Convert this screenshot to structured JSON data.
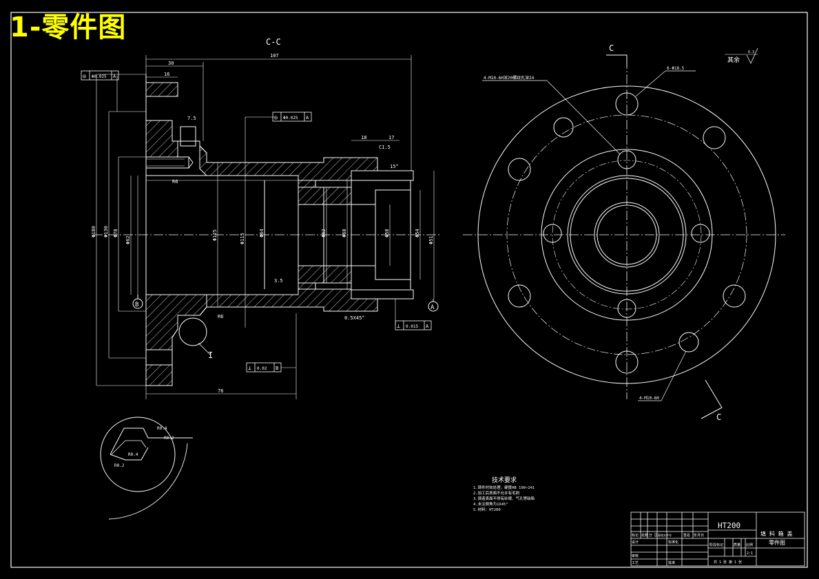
{
  "header": {
    "title": "1-零件图"
  },
  "drawing": {
    "section_label": "C-C",
    "cut_label_top": "C",
    "cut_label_bottom": "C",
    "detail_label": "I",
    "datum_a": "A",
    "datum_b": "B",
    "surface_rest": "其余",
    "surface_rest_value": "6.3",
    "dims": {
      "overall_length": "107",
      "flange_30": "30",
      "flange_16": "16",
      "dim_18": "18",
      "dim_17": "17",
      "dim_76": "76",
      "groove": "7.5",
      "chamfer_c": "C1.5",
      "chamfer_r": "R6",
      "depth_35": "3.5",
      "chamfer_045": "0.5X45°",
      "angle_15": "15°",
      "phi180": "Φ180",
      "phi130": "Φ130",
      "phi78": "Φ78",
      "phi62": "Φ62",
      "phi125": "Φ125",
      "phi115": "Φ115",
      "phi64": "Φ64",
      "phi62b": "Φ62",
      "phi60": "Φ60",
      "phi58": "Φ58",
      "phi54": "Φ54",
      "phi51": "Φ51",
      "holes_thread": "4-M10-6H深20螺纹孔深24",
      "holes_6": "6-Φ18.5",
      "holes_4": "4-M10-6H",
      "detail_r04": "R0.4",
      "detail_r02": "R0.2",
      "detail_r04b": "R0.4",
      "detail_r02b": "R0.2"
    },
    "tol_frames": [
      {
        "sym": "◎",
        "val": "Φ0.025",
        "datum": "A"
      },
      {
        "sym": "◎",
        "val": "Φ0.025",
        "datum": "A"
      },
      {
        "sym": "⊥",
        "val": "0.015",
        "datum": "A"
      },
      {
        "sym": "⊥",
        "val": "0.02",
        "datum": "B"
      }
    ]
  },
  "tech": {
    "title": "技术要求",
    "items": [
      "1.铸件时效处理，硬度HB 190~241",
      "2.加工后表面不允许有毛刺",
      "3.铸造表面不得有砂眼、气孔等缺陷",
      "4.未注倒角为1X45°",
      "5.材料：HT200"
    ]
  },
  "title_block": {
    "material": "HT200",
    "part_name_1": "填 料 箱 盖",
    "part_name_2": "零件图",
    "labels": {
      "rev": "标记",
      "count": "处数",
      "zone": "分 区",
      "file": "更改文件号",
      "sign": "签名",
      "date": "年月日",
      "design": "设计",
      "std": "标准化",
      "check": "审核",
      "process": "工艺",
      "approve": "批准",
      "stage": "阶段标记",
      "weight": "质量",
      "scale": "比例",
      "scale_val": "2:1",
      "sheets": "共 1 张  第 1 张"
    }
  }
}
